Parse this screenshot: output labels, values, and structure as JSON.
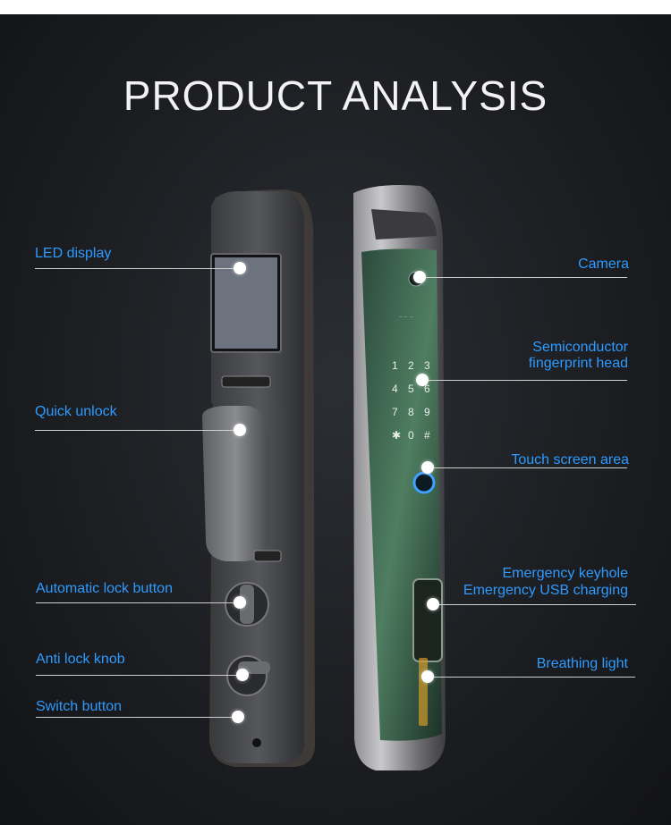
{
  "title": "PRODUCT ANALYSIS",
  "left_labels": {
    "led_display": "LED display",
    "quick_unlock": "Quick unlock",
    "automatic_lock_button": "Automatic lock button",
    "anti_lock_knob": "Anti lock knob",
    "switch_button": "Switch button"
  },
  "right_labels": {
    "camera": "Camera",
    "fingerprint_line1": "Semiconductor",
    "fingerprint_line2": "fingerprint head",
    "touch_screen": "Touch screen area",
    "keyhole_line1": "Emergency keyhole",
    "keyhole_line2": "Emergency USB charging",
    "breathing_light": "Breathing light"
  },
  "keypad": [
    "1",
    "2",
    "3",
    "4",
    "5",
    "6",
    "7",
    "8",
    "9",
    "✱",
    "0",
    "#"
  ],
  "colors": {
    "accent": "#2e9bff",
    "background": "#1c1e22",
    "title": "#f2f2f2"
  }
}
